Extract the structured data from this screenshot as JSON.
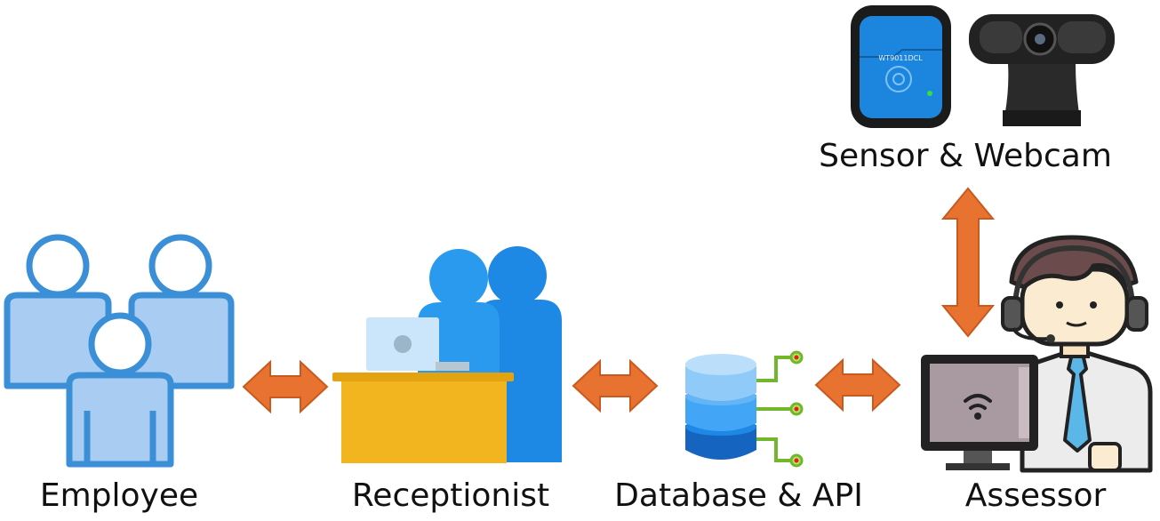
{
  "nodes": {
    "employee": {
      "label": "Employee"
    },
    "receptionist": {
      "label": "Receptionist"
    },
    "database": {
      "label": "Database & API"
    },
    "assessor": {
      "label": "Assessor"
    },
    "sensor_webcam": {
      "label": "Sensor & Webcam",
      "sensor_text": "WT9011DCL"
    }
  },
  "colors": {
    "arrow": "#E8722F",
    "employee_outline": "#3A8FD6",
    "employee_fill": "#A9CDF2",
    "receptionist_blue": "#2A9AEE",
    "desk": "#F2B51F",
    "db_blue": "#4A9DE6",
    "connector": "#72B62E",
    "sensor_blue": "#1C86DE"
  }
}
